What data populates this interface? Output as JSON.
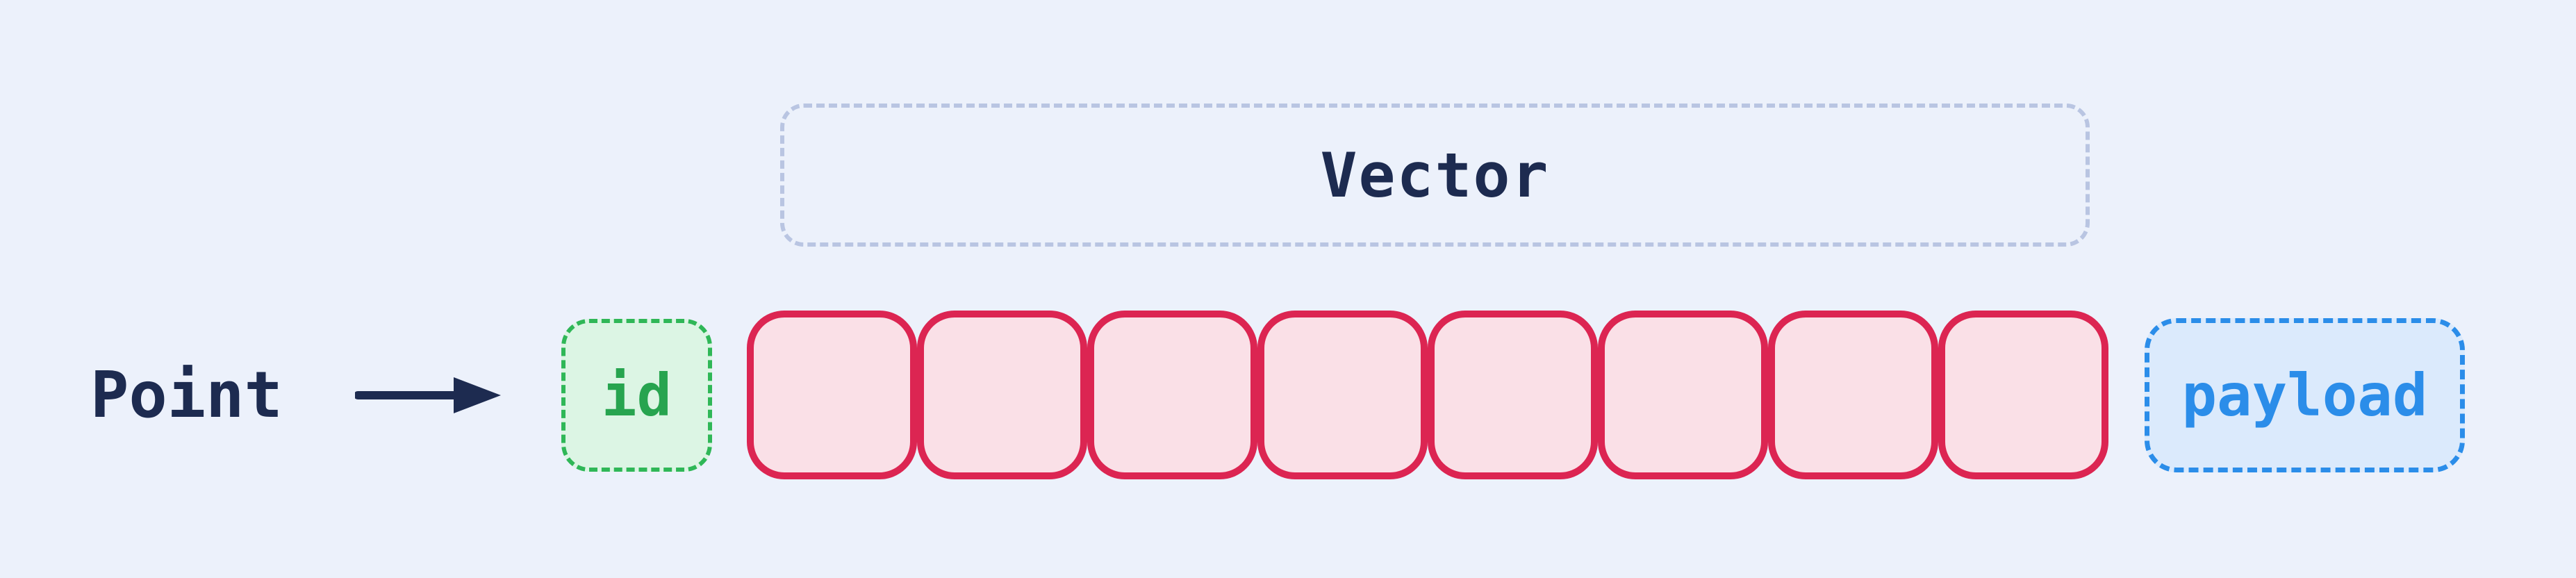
{
  "diagram": {
    "point": {
      "label": "Point"
    },
    "id_box": {
      "label": "id"
    },
    "vector": {
      "label": "Vector",
      "cell_count": 8
    },
    "payload_box": {
      "label": "payload"
    }
  },
  "colors": {
    "background": "#ECF1FB",
    "ink": "#1D2B50",
    "green-border": "#2FB757",
    "green-fill": "#DCF5E4",
    "green-text": "#27A44F",
    "rose-border": "#DC2552",
    "rose-fill": "#FAE0E7",
    "blue-border": "#2B8DE9",
    "blue-fill": "#DBEAFC",
    "vector-dash": "#B9C5E2"
  }
}
